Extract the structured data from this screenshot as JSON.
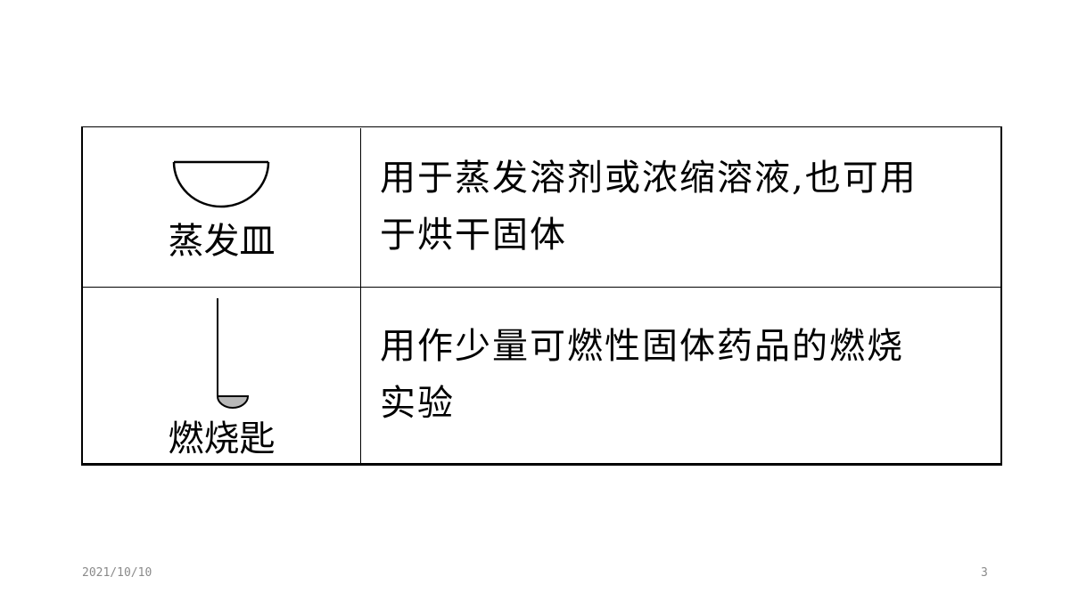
{
  "table": {
    "rows": [
      {
        "name": "蒸发皿",
        "icon": "evaporating-dish-icon",
        "description_line1": "用于蒸发溶剂或浓缩溶液,也可用",
        "description_line2": "于烘干固体"
      },
      {
        "name": "燃烧匙",
        "icon": "combustion-spoon-icon",
        "description_line1": "用作少量可燃性固体药品的燃烧",
        "description_line2": "实验"
      }
    ]
  },
  "footer": {
    "date": "2021/10/10",
    "page_number": "3"
  }
}
